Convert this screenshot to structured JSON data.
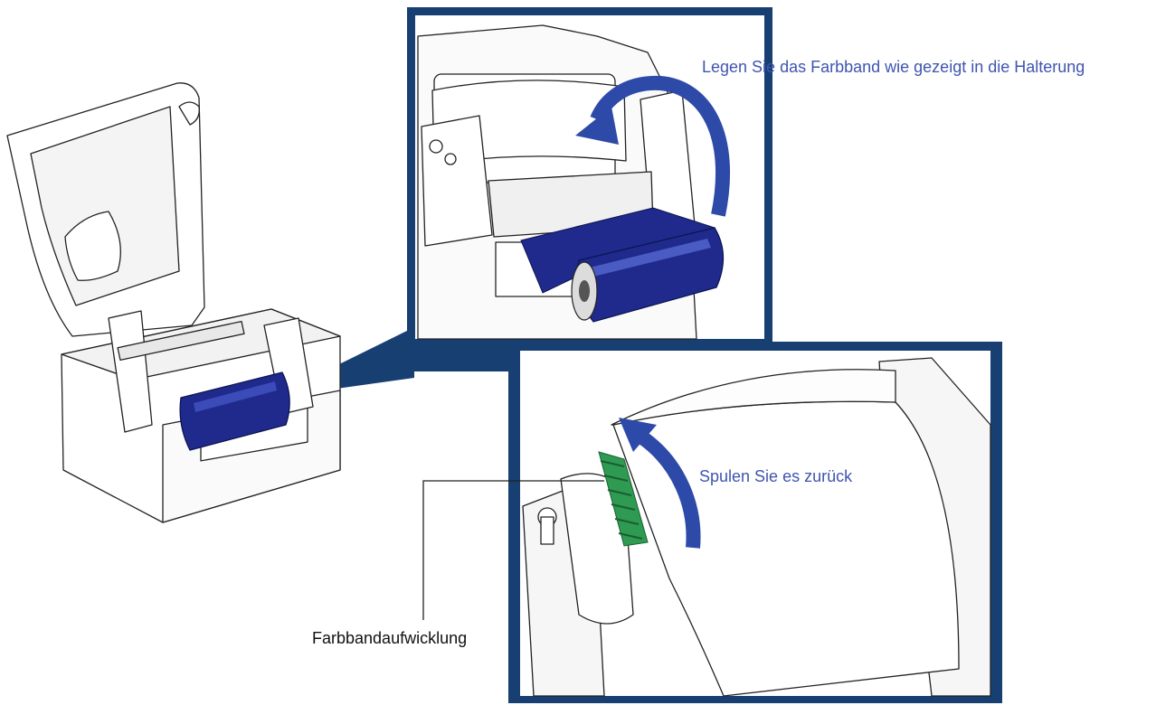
{
  "labels": {
    "instruction_insert": "Legen Sie das Farbband wie gezeigt in die Halterung",
    "instruction_rewind": "Spulen Sie es zurück",
    "callout_takeup": "Farbbandaufwicklung"
  },
  "colors": {
    "frame": "#173f72",
    "ribbon": "#1f2a8c",
    "arrow": "#2d4aa8",
    "label_blue": "#3f55b0",
    "gear_green": "#2e9a52",
    "line": "#222222"
  }
}
